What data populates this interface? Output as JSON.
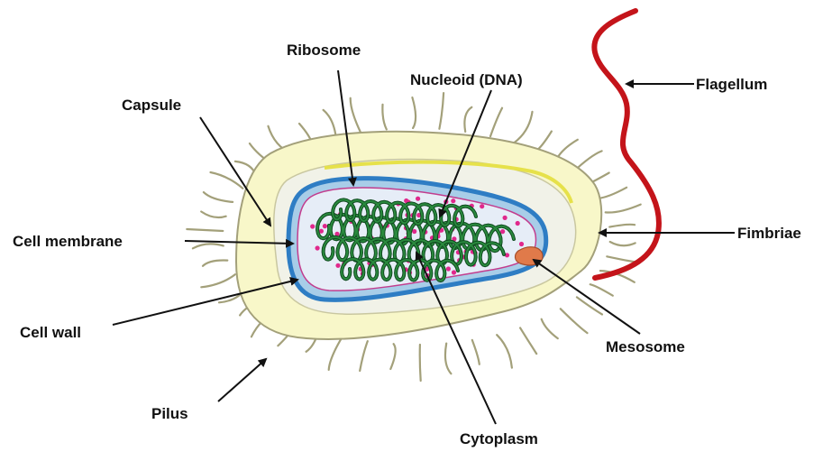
{
  "labels": {
    "ribosome": "Ribosome",
    "nucleoid": "Nucleoid (DNA)",
    "flagellum": "Flagellum",
    "capsule": "Capsule",
    "cell_membrane": "Cell membrane",
    "fimbriae": "Fimbriae",
    "cell_wall": "Cell wall",
    "mesosome": "Mesosome",
    "pilus": "Pilus",
    "cytoplasm": "Cytoplasm"
  },
  "colors": {
    "capsule_fill": "#f8f7c9",
    "capsule_stroke": "#a3a07a",
    "wall_light": "#f1f2e8",
    "wall_yellow": "#e6e14a",
    "membrane_blue": "#2e7dc4",
    "membrane_light": "#a8cde8",
    "cytoplasm_fill": "#e6edf7",
    "dna_green": "#2a8a3e",
    "ribosome_pink": "#e0288c",
    "flagellum_red": "#c4141a",
    "mesosome": "#e07a4a",
    "arrow": "#111111"
  }
}
